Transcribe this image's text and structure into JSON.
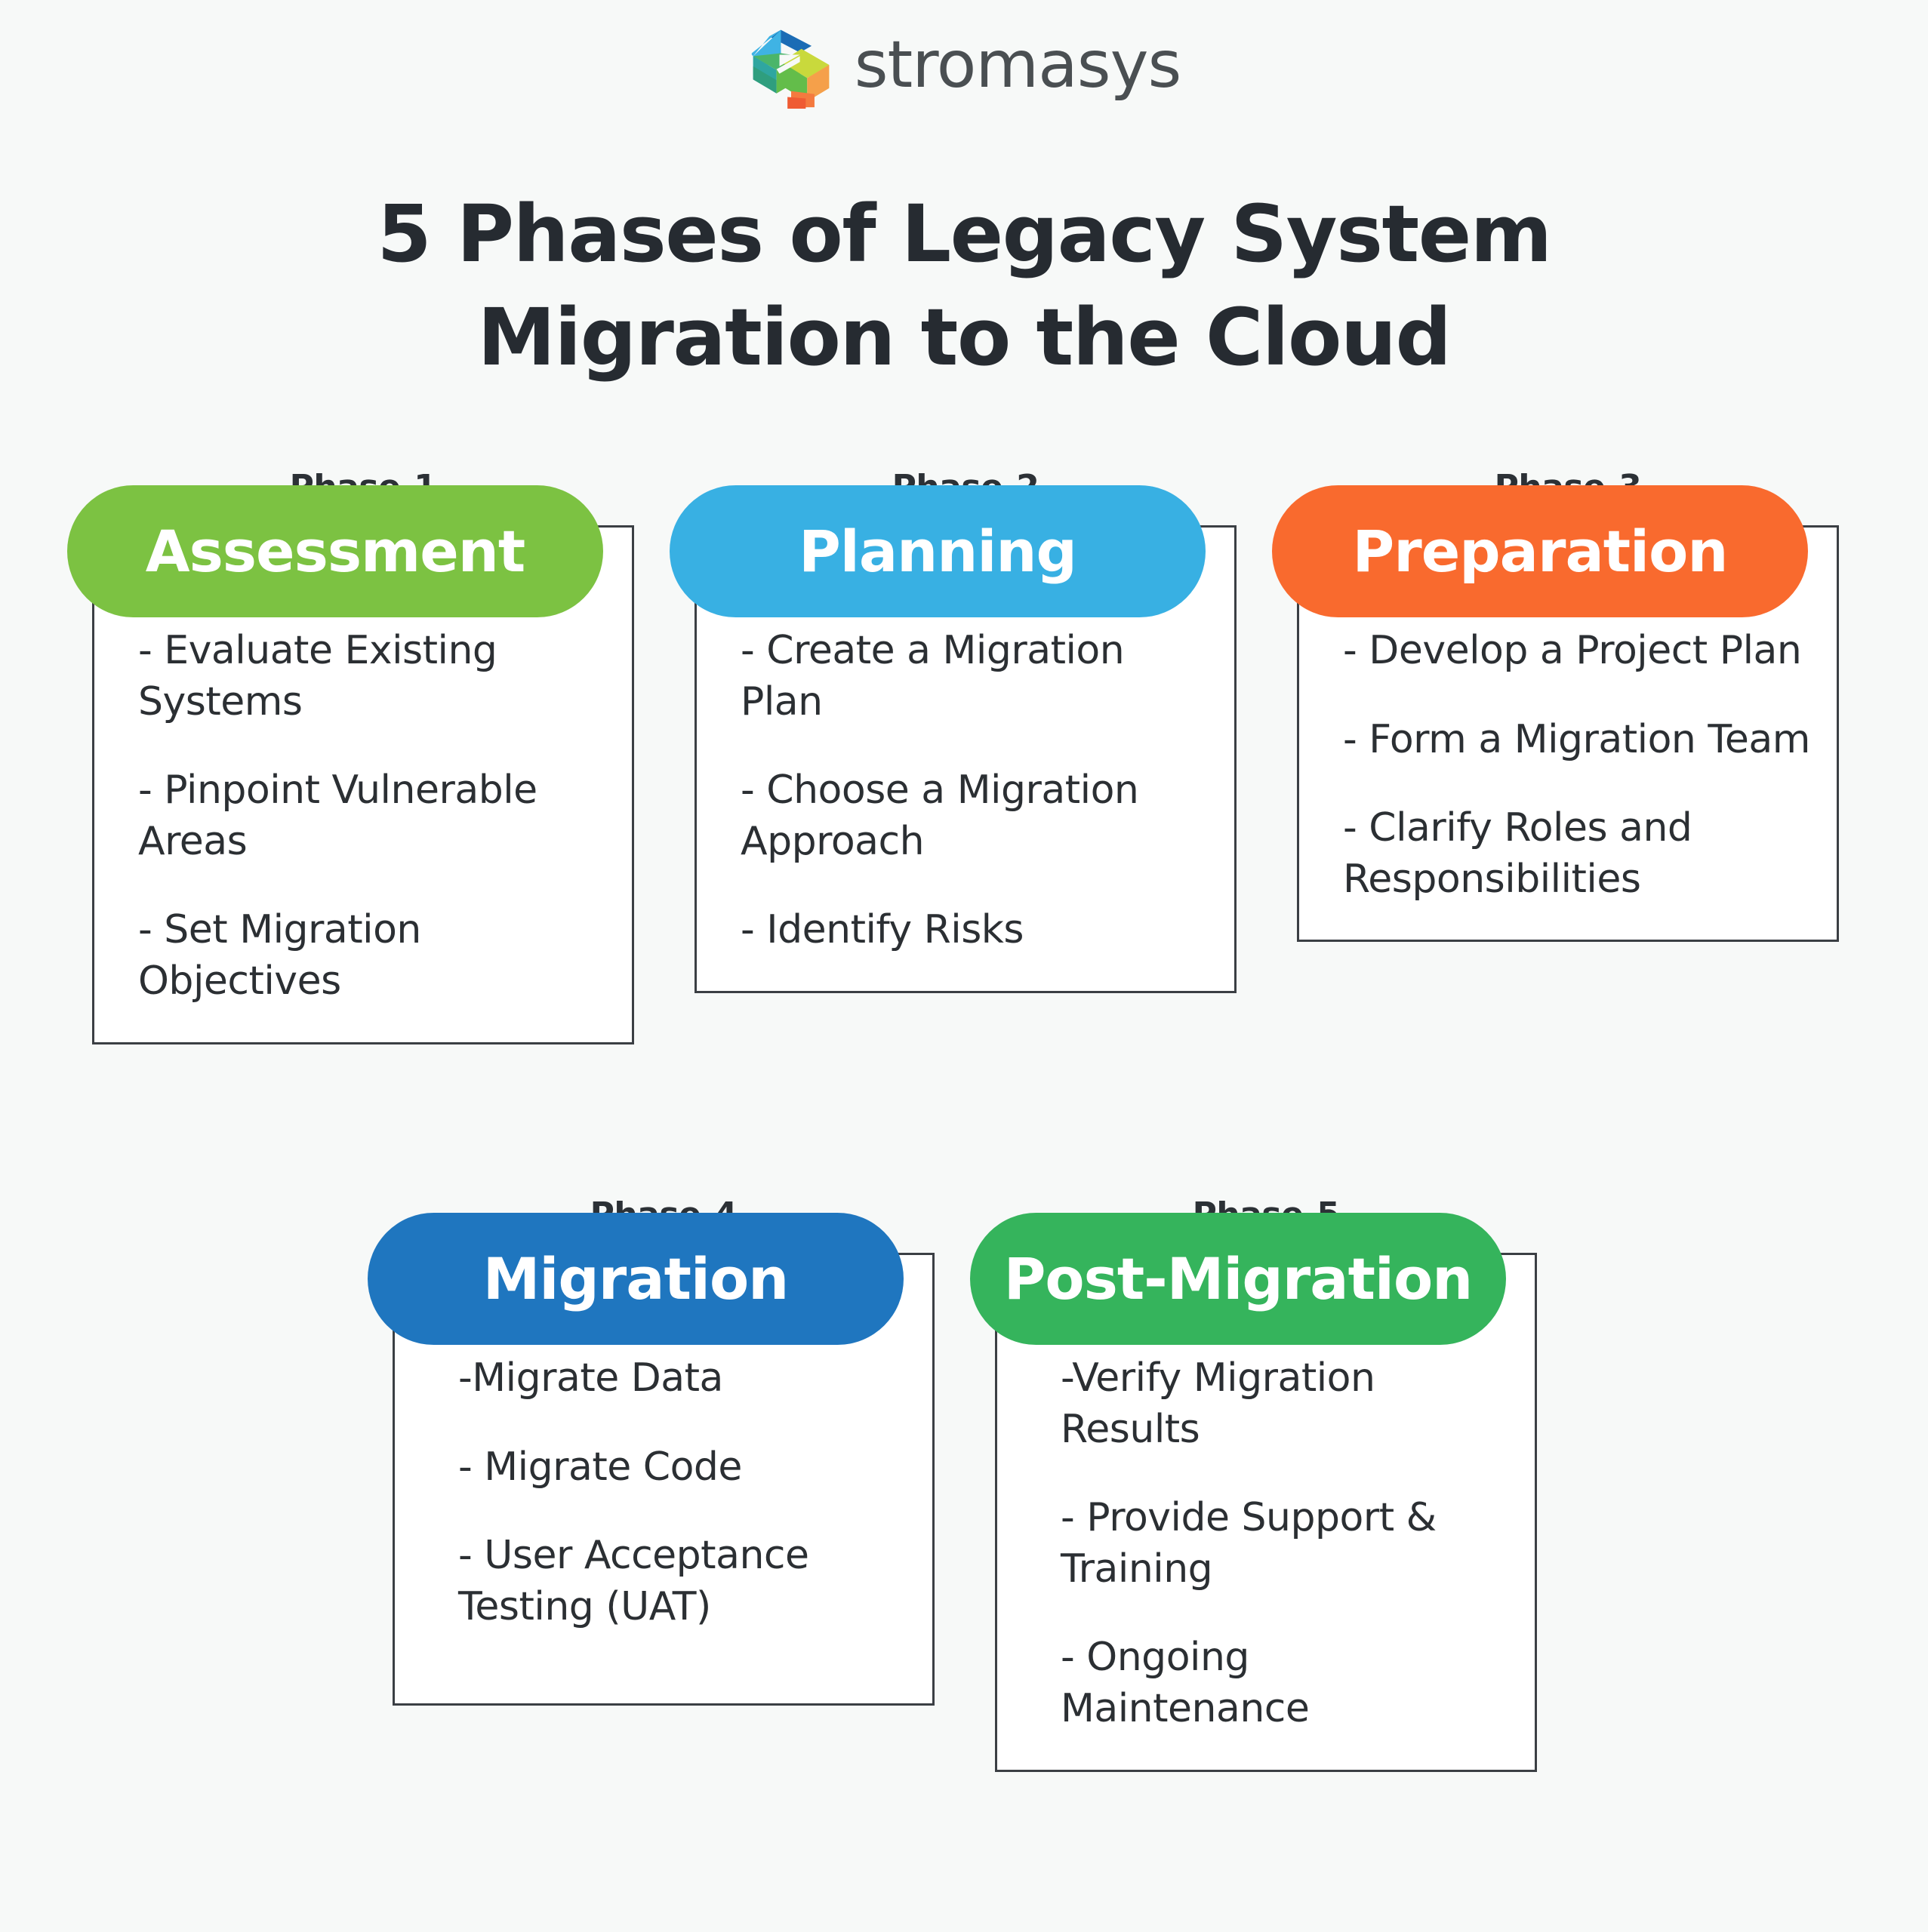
{
  "brand": {
    "name": "stromasys",
    "logo_icon": "stromasys-interlocking-cubes-logo",
    "logo_colors": {
      "blue_dark": "#1b6cb5",
      "blue_light": "#3fb3e4",
      "teal": "#34a78d",
      "green": "#63bd4a",
      "green_light": "#8dc63f",
      "yellow": "#ecdf3a",
      "orange": "#f5a04a",
      "orange_deep": "#f47a3f",
      "red_orange": "#ef5b33"
    },
    "wordmark_color": "#4a4f52"
  },
  "heading": {
    "line1": "5 Phases of Legacy System",
    "line2": "Migration to the Cloud",
    "color": "#262b31"
  },
  "background_color": "#f7f9f8",
  "cards": [
    {
      "phase_label": "Phase-1",
      "title": "Assessment",
      "color": "#7cc242",
      "items": [
        "- Evaluate Existing Systems",
        "- Pinpoint Vulnerable Areas",
        "- Set Migration Objectives"
      ]
    },
    {
      "phase_label": "Phase-2",
      "title": "Planning",
      "color": "#38b0e3",
      "items": [
        "- Create a Migration Plan",
        "- Choose a Migration Approach",
        "- Identify Risks"
      ]
    },
    {
      "phase_label": "Phase-3",
      "title": "Preparation",
      "color": "#f96a2e",
      "items": [
        "- Develop a Project Plan",
        "- Form a Migration Team",
        "- Clarify Roles and Responsibilities"
      ]
    },
    {
      "phase_label": "Phase-4",
      "title": "Migration",
      "color": "#1f76bf",
      "items": [
        "-Migrate Data",
        "- Migrate Code",
        "- User Acceptance Testing (UAT)"
      ]
    },
    {
      "phase_label": "Phase-5",
      "title": "Post-Migration",
      "color": "#35b45c",
      "items": [
        "-Verify Migration Results",
        "- Provide Support & Training",
        "- Ongoing Maintenance"
      ]
    }
  ]
}
